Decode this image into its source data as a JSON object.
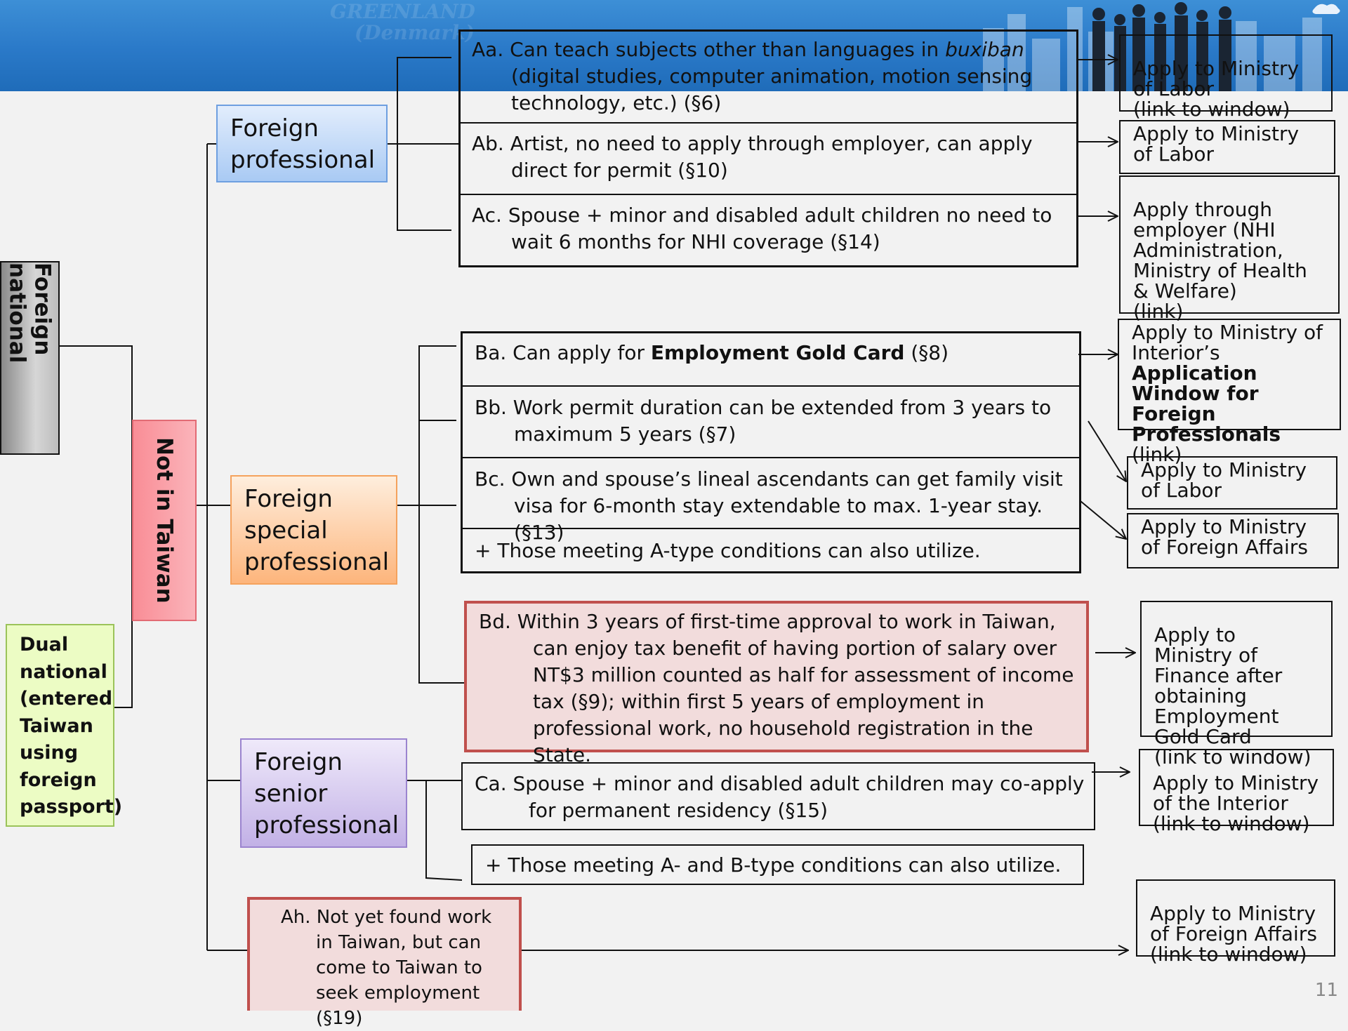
{
  "banner": {
    "watermark_line1": "GREENLAND",
    "watermark_line2": "(Denmark)"
  },
  "root": {
    "foreign_national": "Foreign national",
    "not_in_taiwan": "Not in Taiwan"
  },
  "dual_national": "Dual national (entered Taiwan using foreign passport)",
  "categories": {
    "professional": "Foreign professional",
    "special": "Foreign special professional",
    "senior": "Foreign senior professional"
  },
  "items": {
    "Aa": {
      "pre": "Aa. Can teach subjects other than languages in ",
      "em": "buxiban",
      "post": " (digital studies, computer animation, motion sensing technology, etc.) (§6)"
    },
    "Ab": "Ab. Artist, no need to apply through employer, can apply direct for permit (§10)",
    "Ac": "Ac. Spouse + minor and disabled adult children no need to wait 6 months for NHI coverage (§14)",
    "Ba": {
      "pre": "Ba. Can apply for ",
      "bold": "Employment Gold Card",
      "post": " (§8)"
    },
    "Bb": "Bb. Work permit duration can be extended from 3 years to maximum 5 years (§7)",
    "Bc": "Bc. Own and spouse’s lineal ascendants can get family visit visa for 6-month stay extendable to max. 1-year stay. (§13)",
    "B_plus": "+ Those meeting A-type conditions can also utilize.",
    "Bd": "Bd. Within 3 years of first-time approval to work in Taiwan, can enjoy tax benefit of having portion of salary over NT$3 million counted as half for assessment of income tax (§9); within first 5 years of employment in professional work, no household registration in the State.",
    "Ca": "Ca. Spouse + minor and disabled adult children may co-apply for permanent residency (§15)",
    "C_plus": "+ Those meeting A- and B-type conditions can also utilize.",
    "Ah": "Ah. Not yet found work in Taiwan, but can come to Taiwan to seek employment (§19)"
  },
  "apply": {
    "aa": "Apply to Ministry of Labor\n(link to window)",
    "ab": "Apply to Ministry of Labor",
    "ac": "Apply through employer (NHI Administration, Ministry of Health & Welfare)\n(link)",
    "ba": {
      "pre": "Apply to Ministry of Interior’s ",
      "bold": "Application Window for Foreign Professionals",
      "post": " (link)"
    },
    "bb": "Apply to Ministry of Labor",
    "bc": "Apply to Ministry of Foreign Affairs",
    "bd": "Apply to Ministry of Finance after obtaining Employment Gold Card\n(link to window)",
    "ca": "Apply to Ministry of the Interior\n(link to window)",
    "ah": "Apply to Ministry of Foreign Affairs\n(link to window)"
  },
  "page_number": "11",
  "colors": {
    "banner": "#2a79c8",
    "professional": "#bcd6f7",
    "special": "#fdc291",
    "senior": "#ccbdeb",
    "not_in_taiwan": "#f98d96",
    "dual_national": "#ecfcc4",
    "highlight_box": "#f2dcdc",
    "highlight_border": "#c0504d"
  }
}
